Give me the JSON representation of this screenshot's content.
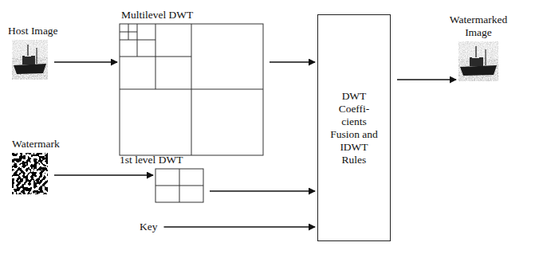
{
  "diagram": {
    "nodes": [
      {
        "text": [
          "Host Image"
        ]
      },
      {
        "text": [
          "Multilevel DWT"
        ]
      },
      {
        "text": [
          "Watermark"
        ]
      },
      {
        "text": [
          "1st level DWT"
        ]
      },
      {
        "text": [
          "Key"
        ]
      },
      {
        "text": [
          "DWT Coeffi- cients Fusion and IDWT Rules"
        ]
      },
      {
        "text": [
          "Watermarked Image"
        ]
      }
    ],
    "edges": [
      {
        "from": 0,
        "to": 1,
        "arrow": "to"
      },
      {
        "from": 1,
        "to": 5,
        "arrow": "to"
      },
      {
        "from": 2,
        "to": 3,
        "arrow": "to"
      },
      {
        "from": 3,
        "to": 5,
        "arrow": "to"
      },
      {
        "from": 4,
        "to": 5,
        "arrow": "to"
      },
      {
        "from": 5,
        "to": 6,
        "arrow": "to"
      }
    ]
  }
}
